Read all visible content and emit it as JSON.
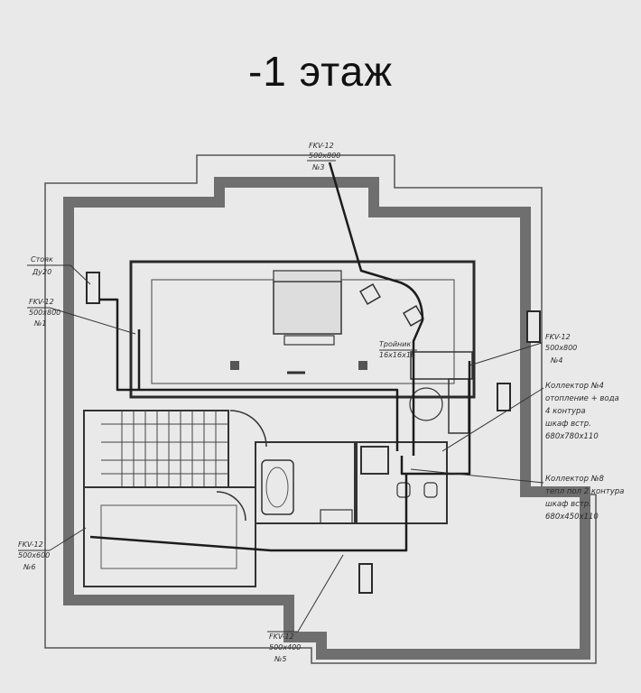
{
  "title": "-1 этаж",
  "colors": {
    "background": "#e9e9e9",
    "wall": "#6f6f6f",
    "line": "#2a2a2a",
    "pipe": "#1c1c1c"
  },
  "labels": {
    "fkv3": {
      "name": "FKV-12",
      "size": "500x800",
      "num": "№3"
    },
    "stoyak": {
      "name": "Стояк",
      "size": "Ду20"
    },
    "fkv1": {
      "name": "FKV-12",
      "size": "500x800",
      "num": "№1"
    },
    "troynik": {
      "name": "Тройник",
      "size": "16x16x16"
    },
    "fkv4": {
      "name": "FKV-12",
      "size": "500x800",
      "num": "№4"
    },
    "coll4": {
      "name": "Коллектор №4",
      "line1": "отопление + вода",
      "line2": "4 контура",
      "line3": "шкаф встр.",
      "line4": "680x780x110"
    },
    "coll8": {
      "name": "Коллектор №8",
      "line1": "тепл пол 2 контура",
      "line2": "шкаф встр.",
      "line3": "680x450x110"
    },
    "fkv6": {
      "name": "FKV-12",
      "size": "500x600",
      "num": "№6"
    },
    "fkv5": {
      "name": "FKV-12",
      "size": "500x400",
      "num": "№5"
    }
  }
}
